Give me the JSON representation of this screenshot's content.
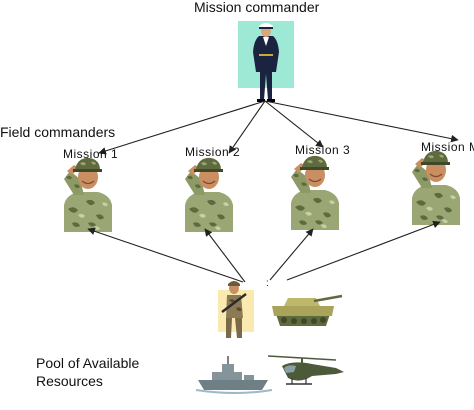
{
  "title": "Mission commander",
  "field_label": "Field commanders",
  "missions": [
    {
      "label": "Mission 1"
    },
    {
      "label": "Mission 2"
    },
    {
      "label": "Mission 3"
    },
    {
      "label": "Mission M"
    }
  ],
  "pool_label_line1": "Pool of Available",
  "pool_label_line2": "Resources",
  "dots": ":",
  "colors": {
    "commander_bg": "#9ee8d6",
    "navy_uniform": "#1a2340",
    "camo_base": "#9aa673",
    "camo_dark": "#5f6b3e",
    "camo_light": "#c8cfa4",
    "skin": "#c98f62",
    "soldier_bg": "#fbeab0",
    "tank": "#a9a45a",
    "ship": "#6f7f86",
    "helicopter": "#4d5a3a",
    "arrow": "#222222"
  },
  "icons": {
    "commander": "navy-officer-icon",
    "field_commander": "saluting-soldier-icon",
    "resources": [
      "infantry-soldier-icon",
      "tank-icon",
      "warship-icon",
      "helicopter-icon"
    ]
  }
}
